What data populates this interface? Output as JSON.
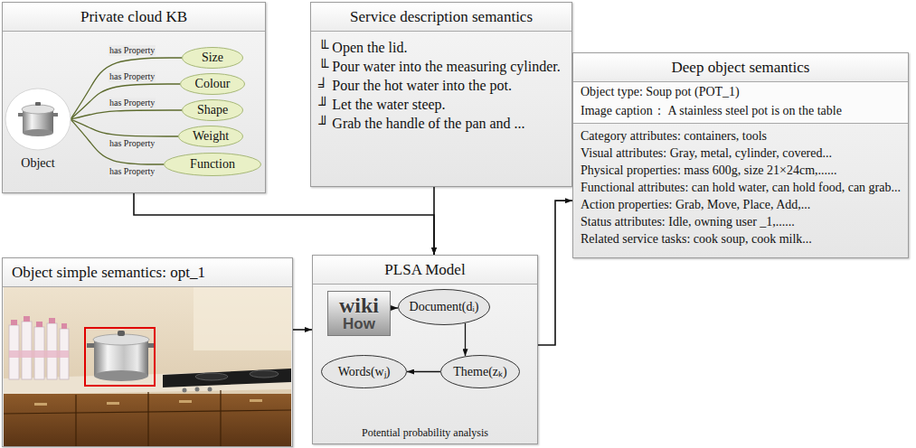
{
  "diagram": {
    "nodes": [
      {
        "text": [
          "Private cloud KB"
        ]
      },
      {
        "text": [
          "Object"
        ],
        "in": 0
      },
      {
        "text": [
          "Size"
        ],
        "in": 0
      },
      {
        "text": [
          "Colour"
        ],
        "in": 0
      },
      {
        "text": [
          "Shape"
        ],
        "in": 0
      },
      {
        "text": [
          "Weight"
        ],
        "in": 0
      },
      {
        "text": [
          "Function"
        ],
        "in": 0
      },
      {
        "text": [
          "Service description semantics",
          "╙ Open the lid.",
          "╙ Pour water into the measuring cylinder.",
          "╛ Pour the hot water into the pot.",
          "╜ Let the water steep.",
          "╜ Grab the handle of the pan and ..."
        ]
      },
      {
        "text": [
          "Deep object semantics",
          "Object type: Soup pot (POT_1)",
          "Image caption： A stainless steel pot is on the table",
          "Category attributes: containers, tools",
          "Visual attributes: Gray, metal, cylinder, covered...",
          "Physical properties: mass 600g, size 21×24cm,......",
          "Functional attributes: can hold water, can hold food, can grab...",
          "Action properties: Grab, Move, Place, Add,...",
          "Status attributes: Idle, owning user _1,......",
          "Related service tasks: cook soup, cook milk..."
        ]
      },
      {
        "text": [
          "Object simple semantics: opt_1"
        ]
      },
      {
        "text": [
          "PLSA Model",
          "Potential probability analysis"
        ]
      },
      {
        "text": [
          "wiki",
          "How"
        ],
        "in": 10
      },
      {
        "text": [
          "Document(dᵢ)"
        ],
        "in": 10
      },
      {
        "text": [
          "Theme(zₖ)"
        ],
        "in": 10
      },
      {
        "text": [
          "Words(wⱼ)"
        ],
        "in": 10
      }
    ],
    "edges": [
      {
        "from": 1,
        "to": 2,
        "label": "has Property",
        "arrow": "none"
      },
      {
        "from": 1,
        "to": 3,
        "label": "has Property",
        "arrow": "none"
      },
      {
        "from": 1,
        "to": 4,
        "label": "has Property",
        "arrow": "none"
      },
      {
        "from": 1,
        "to": 5,
        "label": "has Property",
        "arrow": "none"
      },
      {
        "from": 1,
        "to": 6,
        "label": "has Property",
        "arrow": "none"
      },
      {
        "from": 0,
        "to": 10,
        "arrow": "to"
      },
      {
        "from": 7,
        "to": 10,
        "arrow": "to"
      },
      {
        "from": 9,
        "to": 10,
        "arrow": "to"
      },
      {
        "from": 10,
        "to": 8,
        "arrow": "to"
      },
      {
        "from": 11,
        "to": 12,
        "arrow": "to"
      },
      {
        "from": 12,
        "to": 13,
        "arrow": "to"
      },
      {
        "from": 13,
        "to": 14,
        "arrow": "to"
      }
    ]
  }
}
